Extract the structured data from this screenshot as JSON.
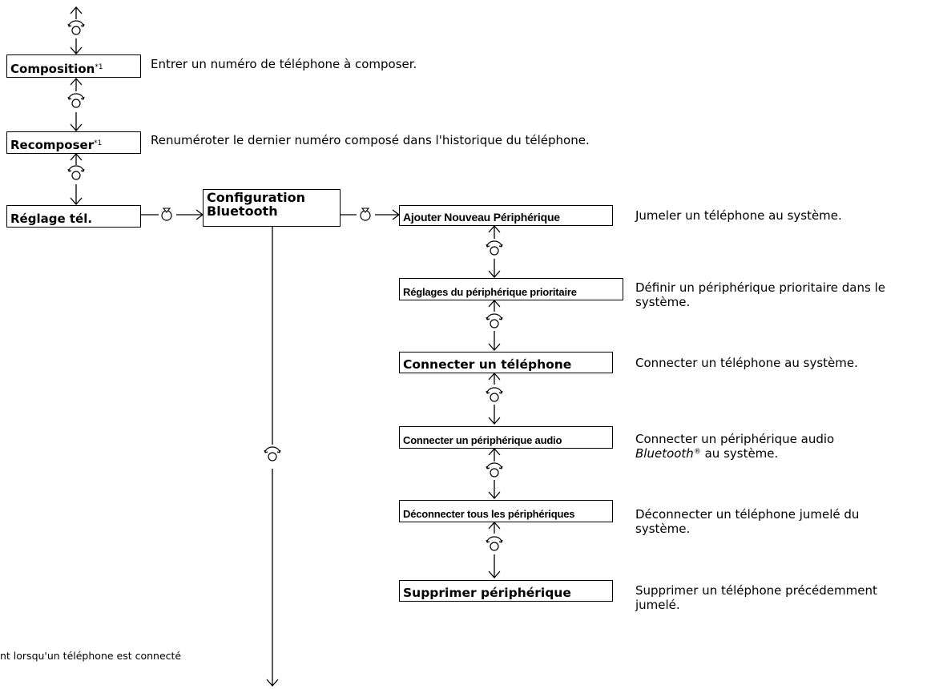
{
  "main_menu": [
    {
      "label": "Composition",
      "footnote": "*1",
      "description": "Entrer un numéro de téléphone à composer."
    },
    {
      "label": "Recomposer",
      "footnote": "*1",
      "description": "Renuméroter le dernier numéro composé dans l'historique du téléphone."
    },
    {
      "label": "Réglage tél."
    }
  ],
  "bluetooth_config": {
    "line1": "Configuration",
    "line2": "Bluetooth"
  },
  "submenu": [
    {
      "label": "Ajouter Nouveau Périphérique",
      "description": "Jumeler un téléphone au système."
    },
    {
      "label": "Réglages du périphérique prioritaire",
      "description": "Définir un périphérique prioritaire dans le système."
    },
    {
      "label": "Connecter un téléphone",
      "description": "Connecter un téléphone au système."
    },
    {
      "label": "Connecter un périphérique audio",
      "description_pre": "Connecter un périphérique audio",
      "description_em": "Bluetooth",
      "description_reg": "®",
      "description_post": " au système."
    },
    {
      "label": "Déconnecter tous les périphériques",
      "description": "Déconnecter un téléphone jumelé du système."
    },
    {
      "label": "Supprimer périphérique",
      "description": "Supprimer un téléphone précédemment jumelé."
    }
  ],
  "footnote_text": "nt lorsqu'un téléphone est connecté",
  "icons": [
    "knob-rotate-icon",
    "knob-press-icon",
    "arrow-up-icon",
    "arrow-down-icon",
    "arrow-right-icon"
  ]
}
